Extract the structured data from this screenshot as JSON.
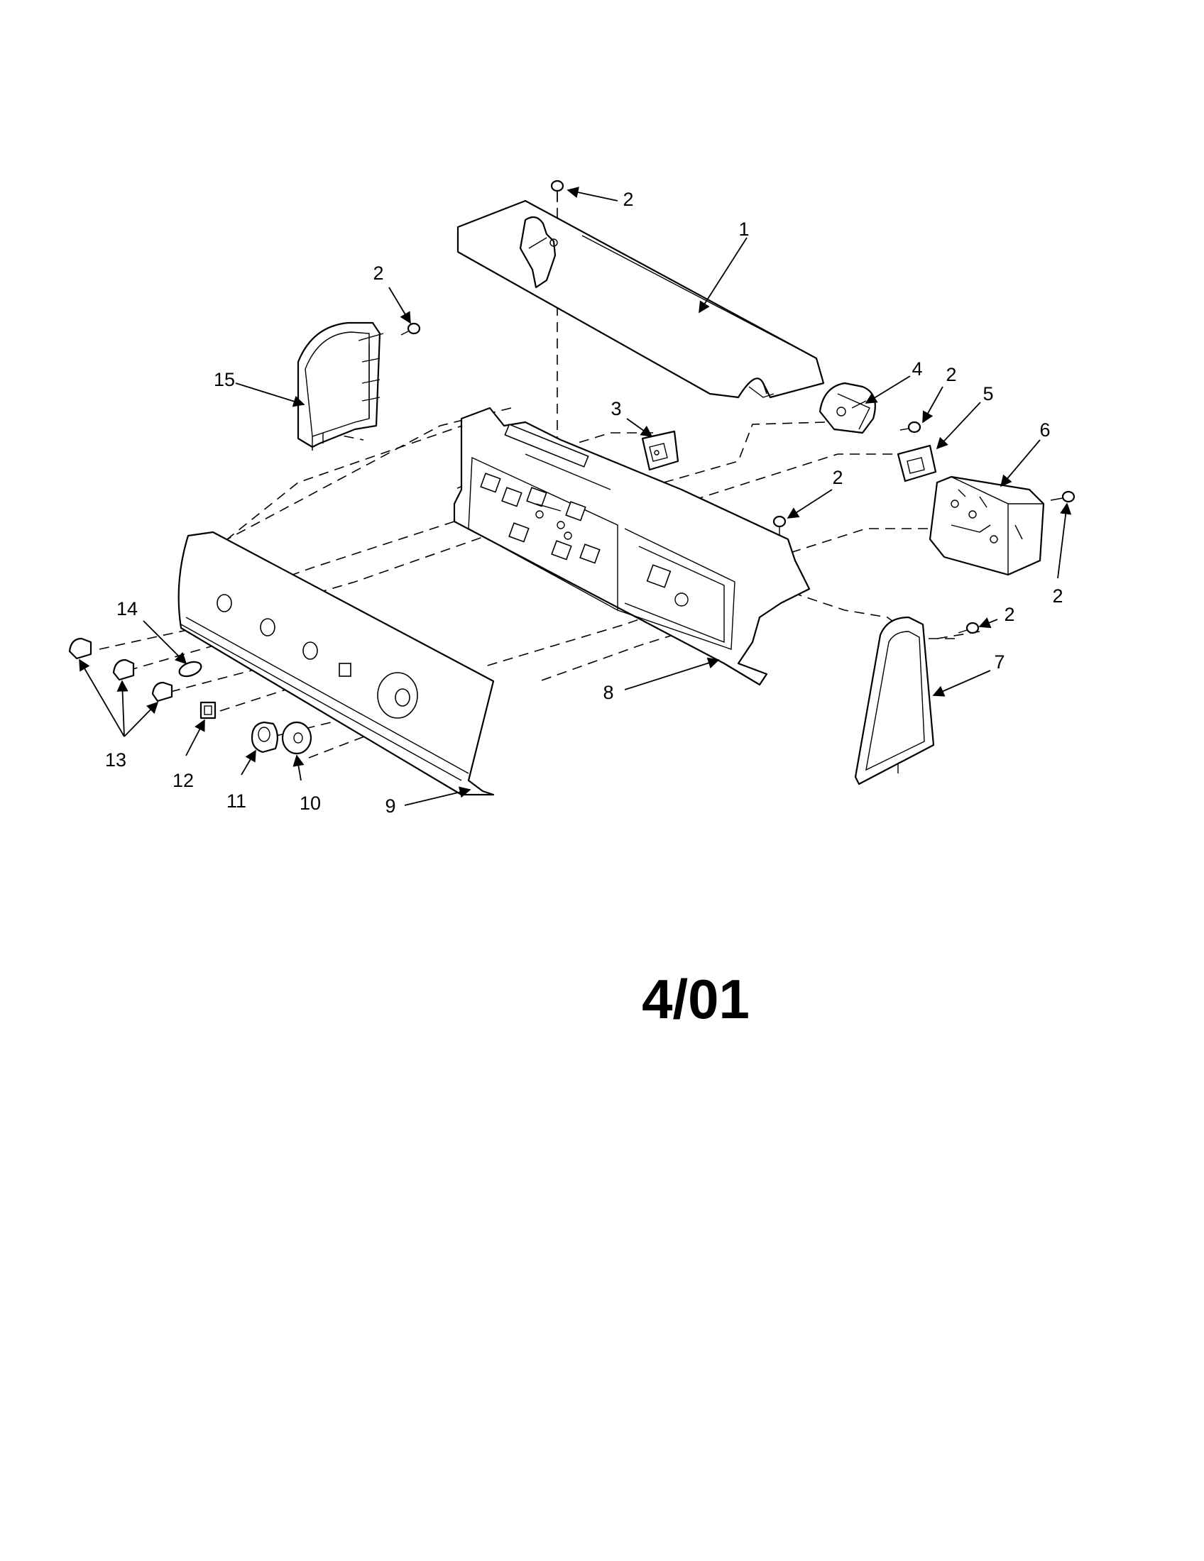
{
  "callouts": {
    "c1": "1",
    "c2a": "2",
    "c2b": "2",
    "c2c": "2",
    "c2d": "2",
    "c2e": "2",
    "c2f": "2",
    "c3": "3",
    "c4": "4",
    "c5": "5",
    "c6": "6",
    "c7": "7",
    "c8": "8",
    "c9": "9",
    "c10": "10",
    "c11": "11",
    "c12": "12",
    "c13": "13",
    "c14": "14",
    "c15": "15"
  },
  "date_stamp": "4/01"
}
